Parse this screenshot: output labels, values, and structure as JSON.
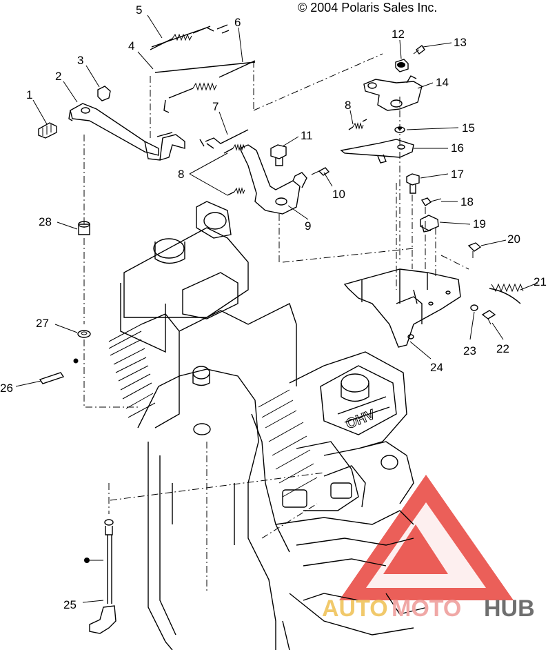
{
  "copyright": "© 2004 Polaris Sales Inc.",
  "watermark": {
    "part1": "AUTO",
    "part2": "MOTO",
    "part3": "HUB",
    "colors": {
      "triangle": "#e8433c",
      "auto": "#f1c96b",
      "moto": "#f0a8a6",
      "hub": "#6f6f6f"
    }
  },
  "callouts": [
    "1",
    "2",
    "3",
    "4",
    "5",
    "6",
    "7",
    "8",
    "9",
    "10",
    "11",
    "12",
    "13",
    "14",
    "15",
    "16",
    "17",
    "18",
    "19",
    "20",
    "21",
    "22",
    "23",
    "24",
    "25",
    "26",
    "27",
    "28"
  ]
}
